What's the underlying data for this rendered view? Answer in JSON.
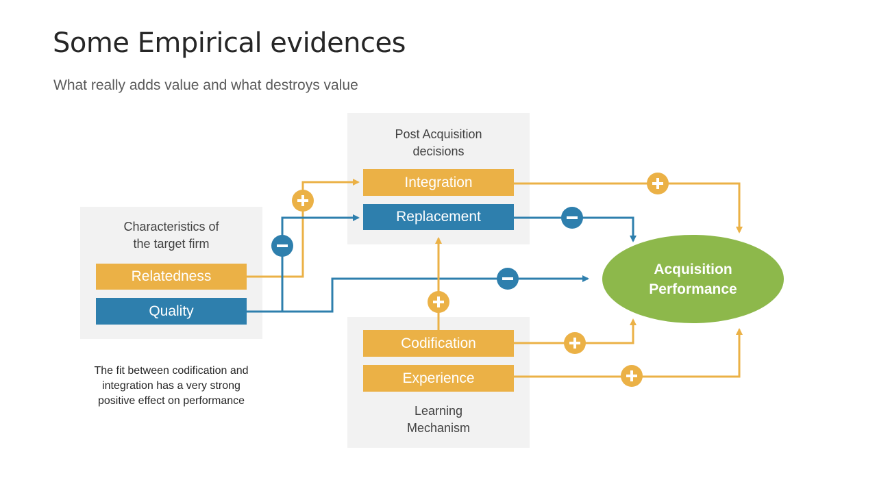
{
  "slide": {
    "title": "Some Empirical evidences",
    "subtitle": "What really adds value and what destroys value"
  },
  "colors": {
    "positive": "#ebb146",
    "negative": "#2e7fad",
    "outcome": "#8db84b",
    "panel": "#f2f2f2"
  },
  "groups": {
    "target_firm": {
      "label_line1": "Characteristics of",
      "label_line2": "the target firm",
      "items": [
        "Relatedness",
        "Quality"
      ]
    },
    "post_acquisition": {
      "label_line1": "Post Acquisition",
      "label_line2": "decisions",
      "items": [
        "Integration",
        "Replacement"
      ]
    },
    "learning": {
      "label_line1": "Learning",
      "label_line2": "Mechanism",
      "items": [
        "Codification",
        "Experience"
      ]
    }
  },
  "outcome": {
    "line1": "Acquisition",
    "line2": "Performance"
  },
  "note": "The fit between codification and integration has a very strong positive effect on performance",
  "relations": [
    {
      "from": "Relatedness",
      "to": "Integration",
      "effect": "+"
    },
    {
      "from": "Quality",
      "to": "Replacement",
      "effect": "-"
    },
    {
      "from": "Quality",
      "to": "Acquisition Performance",
      "effect": "-"
    },
    {
      "from": "Integration",
      "to": "Acquisition Performance",
      "effect": "+"
    },
    {
      "from": "Replacement",
      "to": "Acquisition Performance",
      "effect": "-"
    },
    {
      "from": "Codification",
      "to": "Replacement",
      "effect": "+"
    },
    {
      "from": "Codification",
      "to": "Acquisition Performance",
      "effect": "+"
    },
    {
      "from": "Experience",
      "to": "Acquisition Performance",
      "effect": "+"
    }
  ]
}
